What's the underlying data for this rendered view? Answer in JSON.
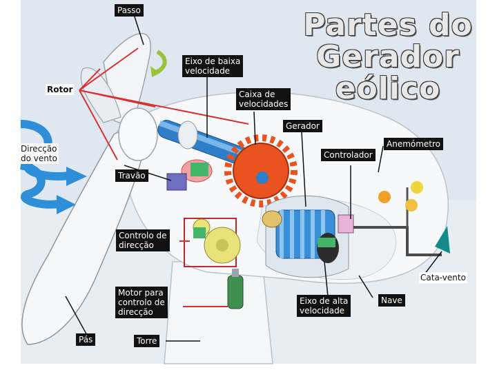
{
  "title": [
    "Partes do",
    "Gerador",
    "eólico"
  ],
  "labels": {
    "passo": "Passo",
    "rotor": "Rotor",
    "eixo_baixa": "Eixo de baixa\nvelocidade",
    "caixa": "Caixa de\nvelocidades",
    "gerador": "Gerador",
    "anemometro": "Anemómetro",
    "controlador": "Controlador",
    "direccao_vento": "Direcção\ndo vento",
    "travao": "Travão",
    "controlo_direccao": "Controlo de\ndirecção",
    "cata_vento": "Cata-vento",
    "eixo_alta": "Eixo de alta\nvelocidade",
    "nave": "Nave",
    "motor": "Motor para\ncontrolo de\ndirecção",
    "pas": "Pás",
    "torre": "Torre"
  },
  "colors": {
    "sky": "#dfe8f1",
    "wind_arrow": "#2e8fd8",
    "pointer_red": "#d9302f",
    "gear_orange": "#e8531f",
    "shaft_blue": "#2f7fc8",
    "generator_blue": "#3a8ed6",
    "yellow_gear": "#e8e27a",
    "anemometer_cup": "#f0a028",
    "vane_teal": "#138a8a",
    "motor_green": "#3f8f4f"
  }
}
